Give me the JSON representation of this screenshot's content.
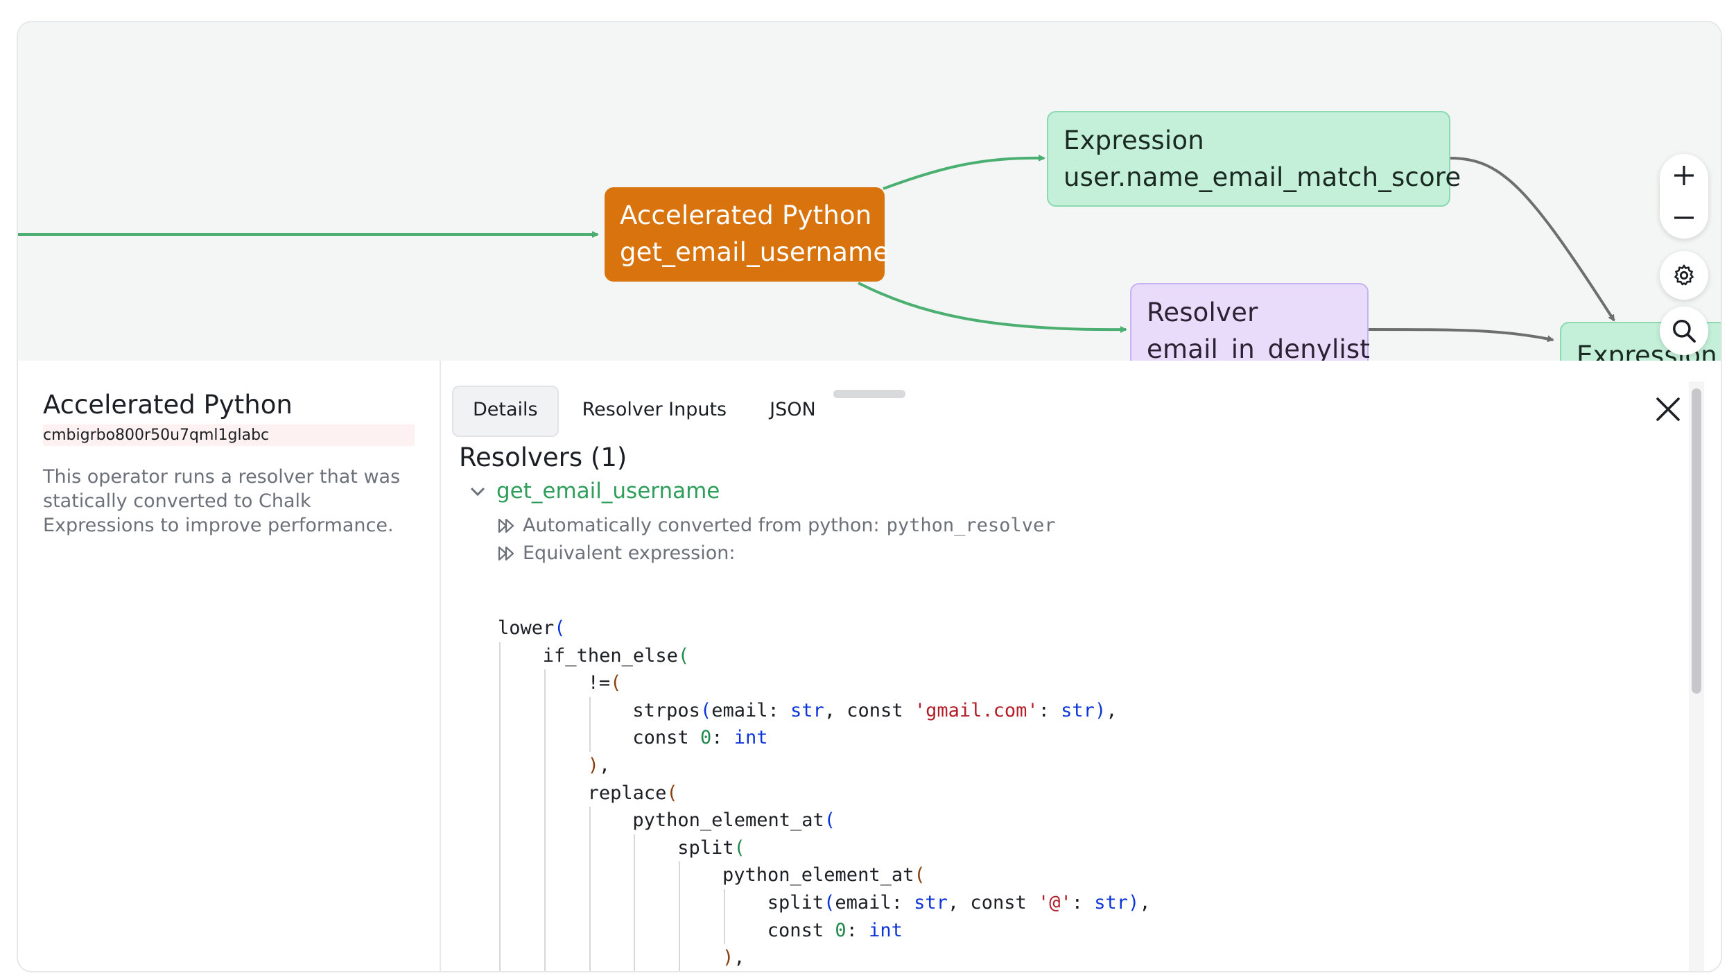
{
  "graph": {
    "nodes": [
      {
        "id": "accelerated",
        "title": "Accelerated Python",
        "subtitle": "get_email_username",
        "color": "#d9730d"
      },
      {
        "id": "expr1",
        "title": "Expression",
        "subtitle": "user.name_email_match_score",
        "color": "#c4f0da"
      },
      {
        "id": "resolver",
        "title": "Resolver",
        "subtitle": "email_in_denylist",
        "color": "#e9dcfa"
      },
      {
        "id": "expr2",
        "title": "Expression",
        "subtitle": "",
        "color": "#c4f0da"
      }
    ],
    "edge_colors": {
      "active": "#4caf72",
      "inactive": "#6e6e6e"
    },
    "controls": {
      "zoom_in": "plus-icon",
      "zoom_out": "minus-icon",
      "settings": "gear-icon",
      "search": "search-icon"
    }
  },
  "panel": {
    "operator_title": "Accelerated Python",
    "operator_id": "cmbigrbo800r50u7qml1glabc",
    "operator_description": "This operator runs a resolver that was statically converted to Chalk Expressions to improve performance.",
    "tabs": [
      "Details",
      "Resolver Inputs",
      "JSON"
    ],
    "active_tab": "Details",
    "resolvers_heading": "Resolvers (1)",
    "resolver": {
      "name": "get_email_username",
      "converted_label": "Automatically converted from python:",
      "converted_value": "python_resolver",
      "equivalent_label": "Equivalent expression:"
    }
  }
}
